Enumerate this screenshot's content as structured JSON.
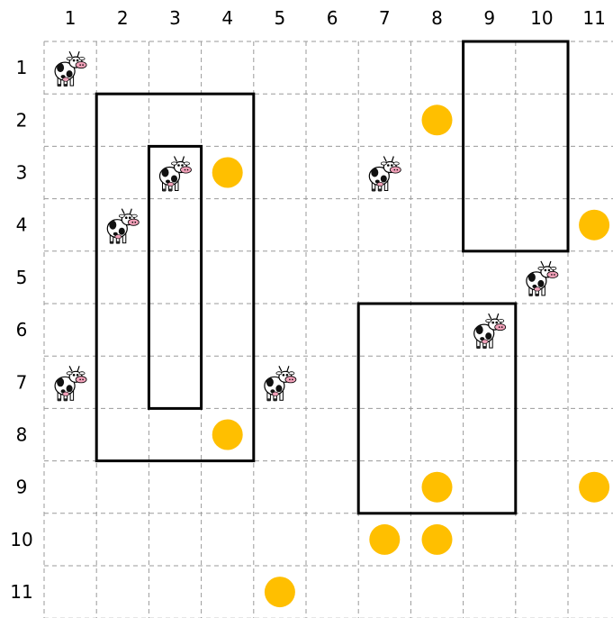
{
  "grid": {
    "rows": 11,
    "cols": 11,
    "col_labels": [
      "1",
      "2",
      "3",
      "4",
      "5",
      "6",
      "7",
      "8",
      "9",
      "10",
      "11"
    ],
    "row_labels": [
      "1",
      "2",
      "3",
      "4",
      "5",
      "6",
      "7",
      "8",
      "9",
      "10",
      "11"
    ]
  },
  "cows": [
    {
      "row": 1,
      "col": 1,
      "facing": "right"
    },
    {
      "row": 3,
      "col": 3,
      "facing": "right"
    },
    {
      "row": 3,
      "col": 7,
      "facing": "right"
    },
    {
      "row": 4,
      "col": 2,
      "facing": "right"
    },
    {
      "row": 5,
      "col": 10,
      "facing": "right"
    },
    {
      "row": 6,
      "col": 9,
      "facing": "right"
    },
    {
      "row": 7,
      "col": 1,
      "facing": "right"
    },
    {
      "row": 7,
      "col": 5,
      "facing": "right"
    }
  ],
  "coins": [
    {
      "row": 2,
      "col": 8
    },
    {
      "row": 3,
      "col": 4
    },
    {
      "row": 4,
      "col": 11
    },
    {
      "row": 8,
      "col": 4
    },
    {
      "row": 9,
      "col": 8
    },
    {
      "row": 9,
      "col": 11
    },
    {
      "row": 10,
      "col": 7
    },
    {
      "row": 10,
      "col": 8
    },
    {
      "row": 11,
      "col": 5
    }
  ],
  "fences": [
    {
      "row_start": 2,
      "row_end": 8,
      "col_start": 2,
      "col_end": 4
    },
    {
      "row_start": 3,
      "row_end": 7,
      "col_start": 3,
      "col_end": 3
    },
    {
      "row_start": 1,
      "row_end": 4,
      "col_start": 9,
      "col_end": 10
    },
    {
      "row_start": 6,
      "row_end": 9,
      "col_start": 7,
      "col_end": 9
    }
  ],
  "colors": {
    "coin": "#FFBF00",
    "grid_line": "#9a9a9a",
    "fence": "#000000",
    "cow_nose": "#f0a0b8"
  }
}
